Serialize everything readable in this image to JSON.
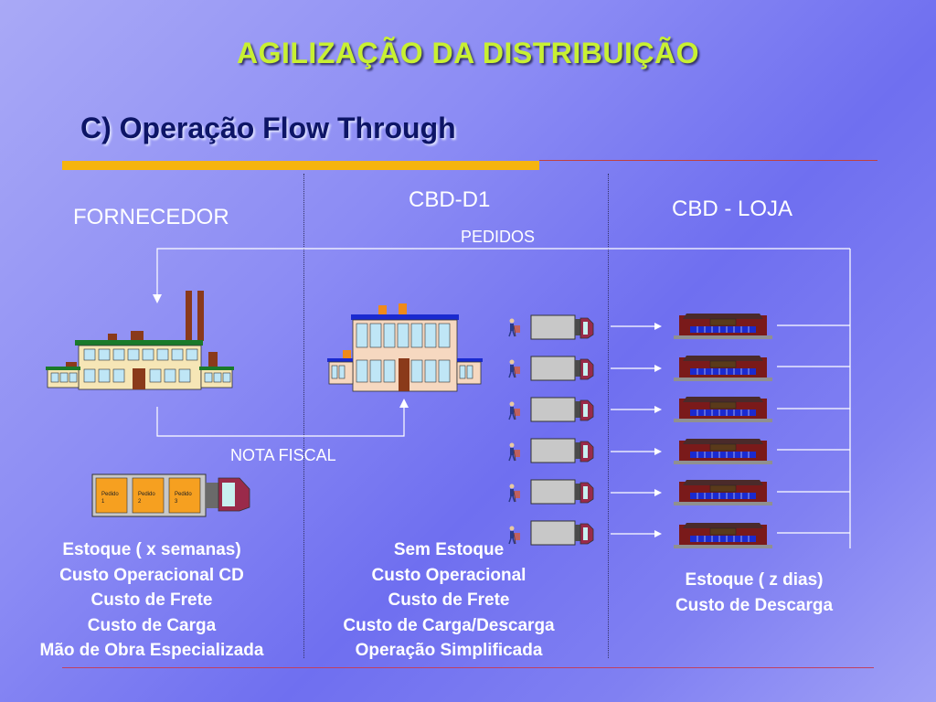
{
  "slide": {
    "title": "AGILIZAÇÃO DA DISTRIBUIÇÃO",
    "subtitle": "C) Operação Flow Through"
  },
  "columns": {
    "supplier": {
      "header": "FORNECEDOR"
    },
    "distribution_center": {
      "header": "CBD-D1"
    },
    "store": {
      "header": "CBD - LOJA"
    }
  },
  "labels": {
    "orders": "PEDIDOS",
    "invoice": "NOTA FISCAL"
  },
  "truck_cargo": [
    {
      "line1": "Pedido",
      "line2": "1"
    },
    {
      "line1": "Pedido",
      "line2": "2"
    },
    {
      "line1": "Pedido",
      "line2": "3"
    }
  ],
  "supplier_info": [
    "Estoque ( x  semanas)",
    "Custo Operacional CD",
    "Custo de Frete",
    "Custo de Carga",
    "Mão de Obra Especializada"
  ],
  "dc_info": [
    "Sem Estoque",
    "Custo Operacional",
    "Custo de Frete",
    "Custo de Carga/Descarga",
    "Operação Simplificada"
  ],
  "store_info": [
    "Estoque ( z  dias)",
    "Custo de Descarga"
  ],
  "colors": {
    "title": "#c8f032",
    "subtitle": "#0d1566",
    "accent_bar": "#f6b40e",
    "text": "#ffffff"
  }
}
